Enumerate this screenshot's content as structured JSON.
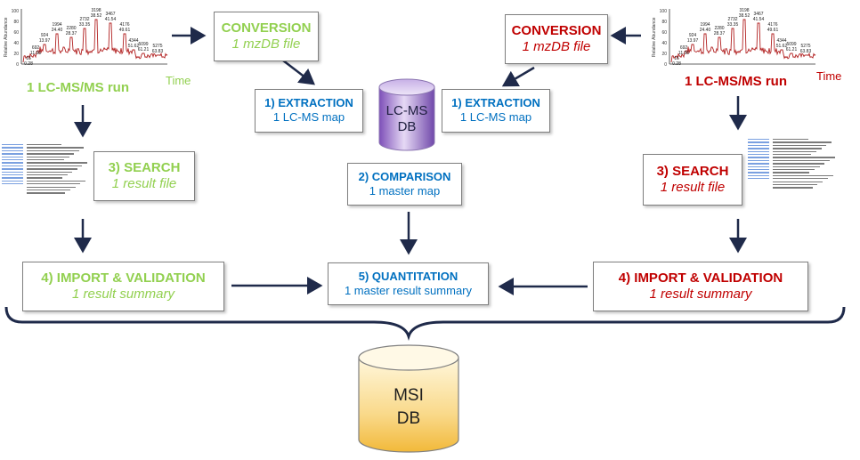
{
  "left": {
    "run_label": "1 LC-MS/MS run",
    "time_label": "Time",
    "conversion": {
      "title": "CONVERSION",
      "subtitle": "1 mzDB file"
    },
    "extraction": {
      "title": "1) EXTRACTION",
      "subtitle": "1 LC-MS map"
    },
    "search": {
      "title": "3) SEARCH",
      "subtitle": "1 result file"
    },
    "import": {
      "title": "4) IMPORT & VALIDATION",
      "subtitle": "1 result summary"
    }
  },
  "right": {
    "run_label": "1 LC-MS/MS run",
    "time_label": "Time",
    "conversion": {
      "title": "CONVERSION",
      "subtitle": "1 mzDB file"
    },
    "extraction": {
      "title": "1) EXTRACTION",
      "subtitle": "1 LC-MS map"
    },
    "search": {
      "title": "3) SEARCH",
      "subtitle": "1 result file"
    },
    "import": {
      "title": "4) IMPORT & VALIDATION",
      "subtitle": "1 result summary"
    }
  },
  "center": {
    "lcms_db": {
      "line1": "LC-MS",
      "line2": "DB"
    },
    "comparison": {
      "title": "2) COMPARISON",
      "subtitle": "1 master map"
    },
    "quantitation": {
      "title": "5) QUANTITATION",
      "subtitle": "1 master result summary"
    },
    "msi_db": {
      "line1": "MSI",
      "line2": "DB"
    }
  },
  "spectrum": {
    "y_axis_label": "Relative Abundance",
    "y_ticks": [
      "100",
      "80",
      "60",
      "40",
      "20",
      "0"
    ],
    "peak_labels": [
      [
        "16",
        "0.28"
      ],
      [
        "692",
        "11.56"
      ],
      [
        "924",
        "13.97"
      ],
      [
        "1994",
        "24.40"
      ],
      [
        "2280",
        "28.37"
      ],
      [
        "2732",
        "33.35"
      ],
      [
        "3198",
        "38.52"
      ],
      [
        "3467",
        "41.54"
      ],
      [
        "4176",
        "49.61"
      ],
      [
        "4344",
        "51.62"
      ],
      [
        "5099",
        "61.21"
      ],
      [
        "5275",
        "63.83"
      ]
    ]
  },
  "colors": {
    "green": "#92d050",
    "red": "#c00000",
    "blue": "#0070c0",
    "arrow": "#1f2a4a",
    "spectrum_line": "#b22222"
  }
}
